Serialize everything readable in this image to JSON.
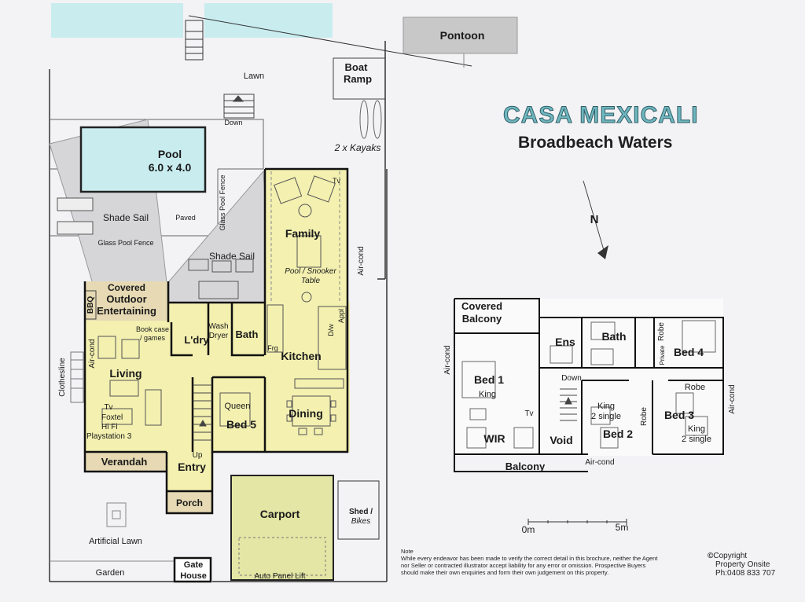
{
  "title": {
    "name": "CASA MEXICALI",
    "location": "Broadbeach Waters"
  },
  "north_label": "N",
  "scale": {
    "start": "0m",
    "end": "5m"
  },
  "note": {
    "heading": "Note",
    "body": "While every endeavor has been made to verify the correct detail in this brochure, neither the Agent nor Seller or contracted illustrator accept liability for any error or omission. Prospective Buyers should make their own enquiries and form their own judgement on this property."
  },
  "copyright": {
    "symbol": "©",
    "line1": "Copyright",
    "line2": "Property Onsite",
    "line3": "Ph:0408 833 707"
  },
  "ground": {
    "pontoon": "Pontoon",
    "boat_ramp_1": "Boat",
    "boat_ramp_2": "Ramp",
    "lawn": "Lawn",
    "down": "Down",
    "kayaks": "2 x Kayaks",
    "pool_1": "Pool",
    "pool_2": "6.0 x 4.0",
    "shade_sail_1": "Shade Sail",
    "shade_sail_2": "Shade Sail",
    "paved": "Paved",
    "glass_fence_1": "Glass Pool Fence",
    "glass_fence_2": "Glass Pool Fence",
    "family": "Family",
    "pool_table_1": "Pool / Snooker",
    "pool_table_2": "Table",
    "tv_family": "Tv",
    "aircond_family": "Air-cond",
    "covered": "Covered",
    "outdoor": "Outdoor",
    "entertaining": "Entertaining",
    "bbq": "BBQ",
    "bookcase_1": "Book case",
    "bookcase_2": "/ games",
    "ldry": "L'dry",
    "wash": "Wash",
    "dryer": "Dryer",
    "bath": "Bath",
    "frg": "Frg",
    "dw": "D/w",
    "appl": "Appl",
    "kitchen": "Kitchen",
    "aircond_living": "Air-cond",
    "living": "Living",
    "clothesline": "Clothesline",
    "tv_living": "Tv",
    "foxtel": "Foxtel",
    "hifi": "Hi Fi",
    "playstation": "Playstation 3",
    "queen": "Queen",
    "bed5": "Bed 5",
    "dining": "Dining",
    "up": "Up",
    "verandah": "Verandah",
    "entry": "Entry",
    "porch": "Porch",
    "carport": "Carport",
    "shed_1": "Shed /",
    "shed_2": "Bikes",
    "artificial_lawn": "Artificial Lawn",
    "garden": "Garden",
    "gate_1": "Gate",
    "gate_2": "House",
    "auto_panel_lift": "Auto Panel Lift"
  },
  "upper": {
    "covered_1": "Covered",
    "covered_2": "Balcony",
    "aircond_left": "Air-cond",
    "ens": "Ens",
    "bath": "Bath",
    "robe_top": "Robe",
    "private": "Private",
    "bed4": "Bed 4",
    "bed1": "Bed 1",
    "king_bed1": "King",
    "down": "Down",
    "robe_bed3": "Robe",
    "aircond_right": "Air-cond",
    "tv": "Tv",
    "king2_1": "King",
    "king2_2": "2 single",
    "robe_bed2": "Robe",
    "bed3": "Bed 3",
    "king3_1": "King",
    "king3_2": "2 single",
    "wir": "WIR",
    "void": "Void",
    "bed2": "Bed 2",
    "aircond_bottom": "Air-cond",
    "balcony": "Balcony"
  }
}
